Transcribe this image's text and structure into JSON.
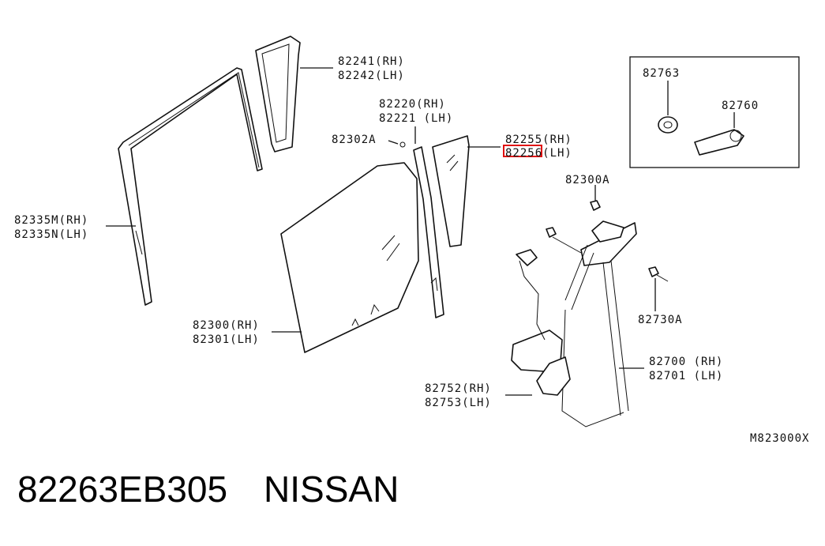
{
  "labels": {
    "l82241": "82241(RH)",
    "l82242": "82242(LH)",
    "l82220": "82220(RH)",
    "l82221": "82221 (LH)",
    "l82302A": "82302A",
    "l82255": "82255(RH)",
    "l82256": "82256(LH)",
    "l82335M": "82335M(RH)",
    "l82335N": "82335N(LH)",
    "l82300A": "82300A",
    "l82300": "82300(RH)",
    "l82301": "82301(LH)",
    "l82730A": "82730A",
    "l82700": "82700 (RH)",
    "l82701": "82701 (LH)",
    "l82752": "82752(RH)",
    "l82753": "82753(LH)",
    "l82763": "82763",
    "l82760": "82760",
    "diagram_code": "M823000X"
  },
  "highlight": {
    "part": "82256",
    "color": "#e01010"
  },
  "footer": {
    "part_number": "82263EB305",
    "brand": "NISSAN"
  }
}
